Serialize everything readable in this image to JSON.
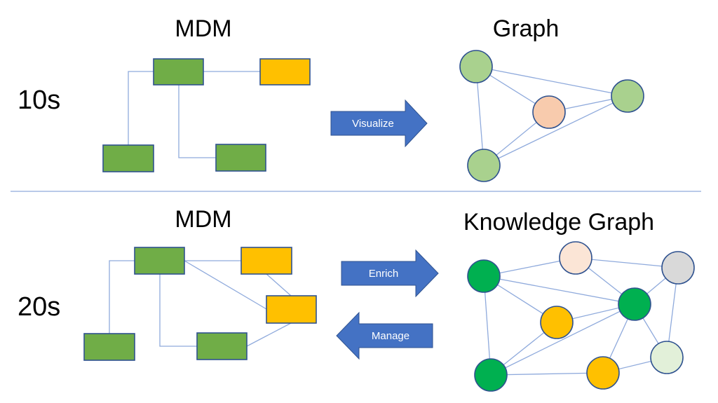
{
  "colors": {
    "green_rect": "#70ad47",
    "yellow": "#ffc000",
    "light_green": "#a9d18e",
    "peach": "#f8cbad",
    "dark_green": "#00b050",
    "light_peach": "#fbe5d6",
    "gray": "#d9d9d9",
    "pale_green": "#e2f0d9",
    "arrow_blue": "#4472c4",
    "divider": "#8faadc"
  },
  "top_section": {
    "era_label": "10s",
    "mdm_title": "MDM",
    "graph_title": "Graph",
    "arrow_label": "Visualize"
  },
  "bottom_section": {
    "era_label": "20s",
    "mdm_title": "MDM",
    "graph_title": "Knowledge Graph",
    "enrich_label": "Enrich",
    "manage_label": "Manage"
  }
}
